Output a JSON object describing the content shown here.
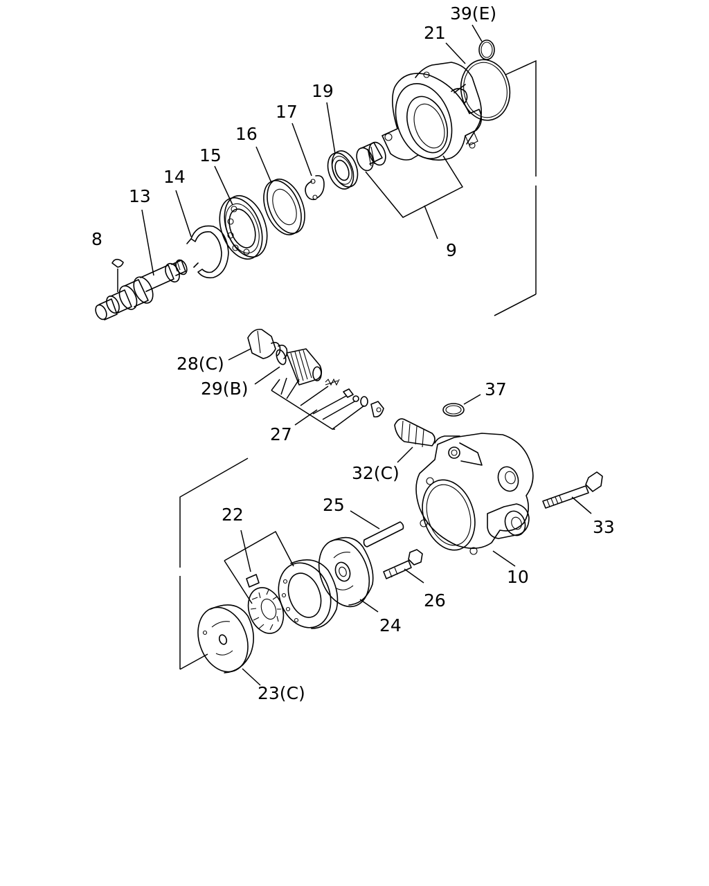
{
  "callouts": {
    "c8": "8",
    "c13": "13",
    "c14": "14",
    "c15": "15",
    "c16": "16",
    "c17": "17",
    "c19": "19",
    "c21": "21",
    "c39": "39(E)",
    "c9": "9",
    "c28": "28(C)",
    "c29": "29(B)",
    "c27": "27",
    "c37": "37",
    "c32": "32(C)",
    "c33": "33",
    "c10": "10",
    "c25": "25",
    "c26": "26",
    "c22": "22",
    "c24": "24",
    "c23": "23(C)"
  }
}
